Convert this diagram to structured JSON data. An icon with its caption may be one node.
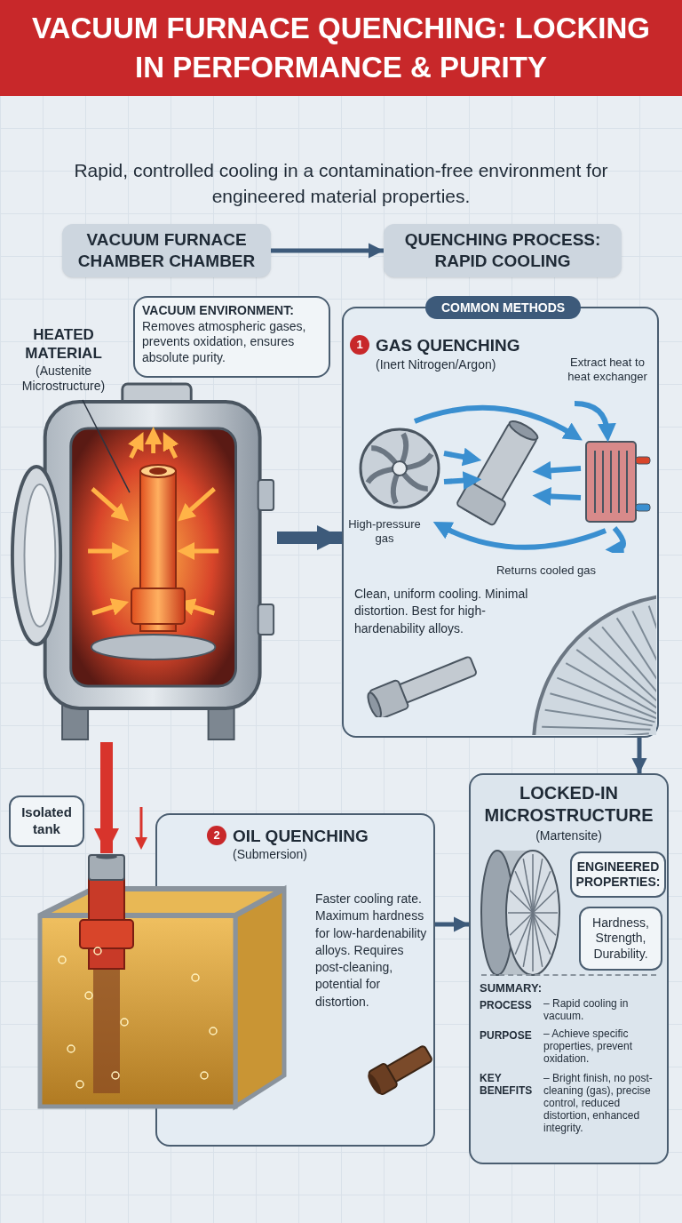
{
  "diagram": {
    "title": "VACUUM FURNACE QUENCHING: LOCKING IN PERFORMANCE & PURITY",
    "nodes": [
      {
        "text": [
          "VACUUM FURNACE CHAMBER CHAMBER"
        ]
      },
      {
        "text": [
          "QUENCHING PROCESS: RAPID COOLING"
        ]
      },
      {
        "text": [
          "COMMON METHODS",
          "GAS QUENCHING",
          "(Inert Nitrogen/Argon)",
          "Clean, uniform cooling. Minimal distortion. Best for high-hardenability alloys."
        ]
      },
      {
        "text": [],
        "shape": "picture"
      },
      {
        "text": [
          "VACUUM ENVIRONMENT:",
          "Removes atmospheric gases, prevents oxidation, ensures absolute purity."
        ]
      },
      {
        "text": [
          "HEATED MATERIAL",
          "(Austenite Microstructure)"
        ]
      },
      {
        "text": [
          "OIL QUENCHING",
          "(Submersion)",
          "Faster cooling rate. Maximum hardness for low-hardenability alloys. Requires post-cleaning, potential for distortion."
        ]
      },
      {
        "text": [],
        "shape": "picture"
      },
      {
        "text": [
          "Isolated tank"
        ]
      },
      {
        "text": [
          "LOCKED-IN MICROSTRUCTURE",
          "(Martensite)"
        ]
      },
      {
        "text": [
          "ENGINEERED PROPERTIES:"
        ],
        "in": 9
      },
      {
        "text": [
          "Hardness, Strength, Durability."
        ],
        "in": 9
      },
      {
        "text": [],
        "shape": "picture",
        "in": 3
      }
    ],
    "edges": [
      {
        "from": 0,
        "to": 1,
        "arrow": "to"
      },
      {
        "from": 3,
        "to": 2,
        "arrow": "to",
        "style": "thick"
      },
      {
        "from": 3,
        "to": 7,
        "arrow": "to",
        "style": "thick",
        "color": "#d8342c"
      },
      {
        "from": 6,
        "to": 9,
        "arrow": "to"
      },
      {
        "from": 2,
        "to": 9,
        "arrow": "to"
      },
      {
        "from": 5,
        "to": 12,
        "arrow": "none"
      }
    ],
    "labels": [
      "Rapid, controlled cooling in a contamination-free environment for engineered material properties.",
      "1",
      "Extract heat to heat exchanger",
      "High-pressure gas",
      "Returns cooled gas",
      "2",
      "SUMMARY:",
      "PROCESS",
      "– Rapid cooling in vacuum.",
      "PURPOSE",
      "– Achieve specific properties, prevent oxidation.",
      "KEY BENEFITS",
      "– Bright finish, no post-cleaning (gas), precise control, reduced distortion, enhanced integrity."
    ]
  }
}
